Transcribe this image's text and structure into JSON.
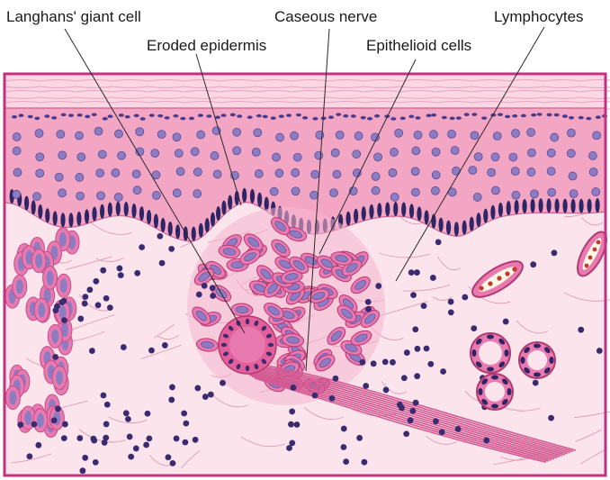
{
  "labels": {
    "langhans": "Langhans' giant cell",
    "eroded": "Eroded epidermis",
    "caseous": "Caseous nerve",
    "epithelioid": "Epithelioid cells",
    "lymphocytes": "Lymphocytes"
  },
  "colors": {
    "frame": "#c2327e",
    "dermis": "#fbe4ec",
    "epidermis": "#f3a6c4",
    "stratum_corneum": "#f7c3d6",
    "basal_nuclei": "#3a2a6e",
    "nucleus": "#6e5fa8",
    "cell_fill": "#e97ab0",
    "lymphocyte": "#3a2a70",
    "fiber": "#d98aaa",
    "rbc": "#c0392b"
  },
  "icons": [
    "leader-line",
    "nucleus",
    "lymphocyte",
    "blood-vessel"
  ]
}
